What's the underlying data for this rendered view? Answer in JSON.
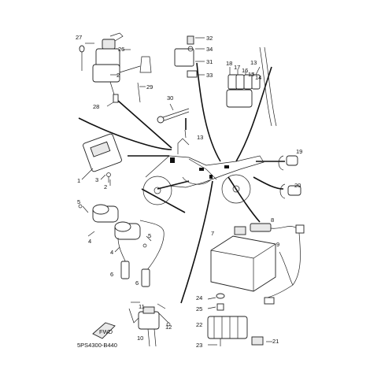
{
  "diagram_code": "5PS4300-B440",
  "fwd_label": "FWD",
  "callouts": [
    {
      "id": "c27",
      "text": "27"
    },
    {
      "id": "c26",
      "text": "26"
    },
    {
      "id": "c2a",
      "text": "2"
    },
    {
      "id": "c28",
      "text": "28"
    },
    {
      "id": "c29",
      "text": "29"
    },
    {
      "id": "c32",
      "text": "32"
    },
    {
      "id": "c34",
      "text": "34"
    },
    {
      "id": "c31",
      "text": "31"
    },
    {
      "id": "c33",
      "text": "33"
    },
    {
      "id": "c18",
      "text": "18"
    },
    {
      "id": "c17",
      "text": "17"
    },
    {
      "id": "c16",
      "text": "16"
    },
    {
      "id": "c15",
      "text": "15"
    },
    {
      "id": "c13a",
      "text": "13"
    },
    {
      "id": "c14",
      "text": "14"
    },
    {
      "id": "c30",
      "text": "30"
    },
    {
      "id": "c13b",
      "text": "13"
    },
    {
      "id": "c1",
      "text": "1"
    },
    {
      "id": "c3",
      "text": "3"
    },
    {
      "id": "c2b",
      "text": "2"
    },
    {
      "id": "c19",
      "text": "19"
    },
    {
      "id": "c20",
      "text": "20"
    },
    {
      "id": "c5a",
      "text": "5"
    },
    {
      "id": "c5b",
      "text": "5"
    },
    {
      "id": "c4a",
      "text": "4"
    },
    {
      "id": "c4b",
      "text": "4"
    },
    {
      "id": "c7",
      "text": "7"
    },
    {
      "id": "c8",
      "text": "8"
    },
    {
      "id": "c9",
      "text": "9"
    },
    {
      "id": "c6a",
      "text": "6"
    },
    {
      "id": "c6b",
      "text": "6"
    },
    {
      "id": "c11",
      "text": "11"
    },
    {
      "id": "c12",
      "text": "12"
    },
    {
      "id": "c10",
      "text": "10"
    },
    {
      "id": "c24",
      "text": "24"
    },
    {
      "id": "c25",
      "text": "25"
    },
    {
      "id": "c22",
      "text": "22"
    },
    {
      "id": "c23",
      "text": "23"
    },
    {
      "id": "c21",
      "text": "21"
    }
  ]
}
